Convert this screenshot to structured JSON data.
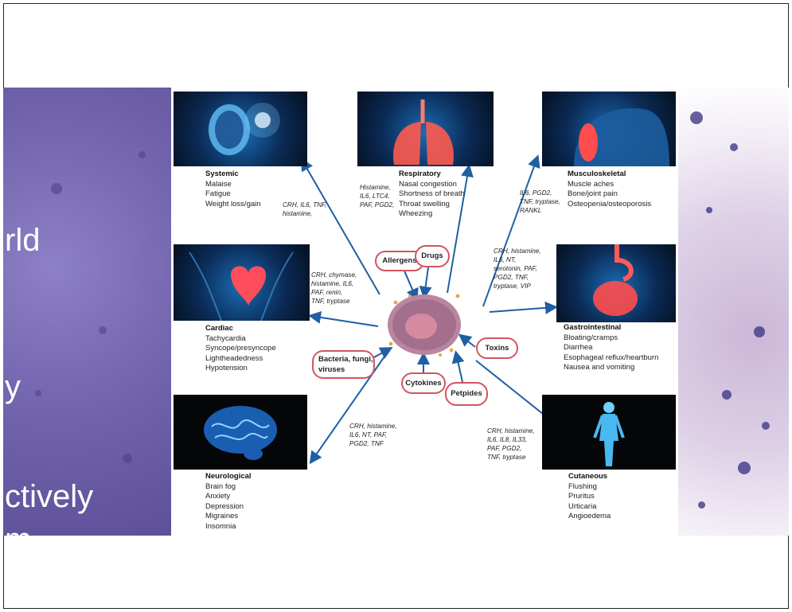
{
  "slide": {
    "background_text": [
      "rld",
      "y",
      "ctively",
      "m"
    ]
  },
  "organs": {
    "systemic": {
      "title": "Systemic",
      "items": [
        "Malaise",
        "Fatigue",
        "Weight loss/gain"
      ]
    },
    "respiratory": {
      "title": "Respiratory",
      "items": [
        "Nasal congestion",
        "Shortness of breath",
        "Throat swelling",
        "Wheezing"
      ]
    },
    "musculoskeletal": {
      "title": "Musculoskeletal",
      "items": [
        "Muscle aches",
        "Bone/joint pain",
        "Osteopenia/osteoporosis"
      ]
    },
    "cardiac": {
      "title": "Cardiac",
      "items": [
        "Tachycardia",
        "Syncope/presyncope",
        "Lightheadedness",
        "Hypotension"
      ]
    },
    "gastrointestinal": {
      "title": "Gastrointestinal",
      "items": [
        "Bloating/cramps",
        "Diarrhea",
        "Esophageal reflux/heartburn",
        "Nausea and vomiting"
      ]
    },
    "neurological": {
      "title": "Neurological",
      "items": [
        "Brain fog",
        "Anxiety",
        "Depression",
        "Migraines",
        "Insomnia"
      ]
    },
    "cutaneous": {
      "title": "Cutaneous",
      "items": [
        "Flushing",
        "Pruritus",
        "Urticaria",
        "Angioedema"
      ]
    }
  },
  "mediators": {
    "systemic": [
      "CRH, IL6, TNF,",
      "histamine,"
    ],
    "respiratory": [
      "Histamine,",
      "IL6, LTC4,",
      "PAF, PGD2,"
    ],
    "musculoskeletal": [
      "IL6, PGD2,",
      "TNF, tryptase,",
      "RANKL"
    ],
    "cardiac": [
      "CRH, chymase,",
      "histamine, IL6,",
      "PAF, renin,",
      "TNF, tryptase"
    ],
    "gastrointestinal": [
      "CRH, histamine,",
      "IL6, NT,",
      "serotonin, PAF,",
      "PGD2, TNF,",
      "tryptase, VIP"
    ],
    "neurological": [
      "CRH, histamine,",
      "IL6, NT, PAF,",
      "PGD2, TNF"
    ],
    "cutaneous": [
      "CRH, histamine,",
      "IL6, IL8, IL33,",
      "PAF, PGD2,",
      "TNF, tryptase"
    ]
  },
  "triggers": {
    "allergens": "Allergens",
    "drugs": "Drugs",
    "toxins": "Toxins",
    "bacteria": [
      "Bacteria, fungi,",
      "viruses"
    ],
    "cytokines": "Cytokines",
    "peptides": "Petpides"
  },
  "colors": {
    "arrow": "#1f5fa3",
    "pill_border": "#d3555e",
    "slide_purple": "#6e60a8"
  },
  "icons": {
    "systemic": "glowing-head-icon",
    "respiratory": "lungs-icon",
    "musculoskeletal": "shoulder-muscle-icon",
    "cardiac": "heart-icon",
    "gastrointestinal": "digestive-tract-icon",
    "neurological": "brain-icon",
    "cutaneous": "human-body-icon",
    "center": "mast-cell-icon"
  }
}
